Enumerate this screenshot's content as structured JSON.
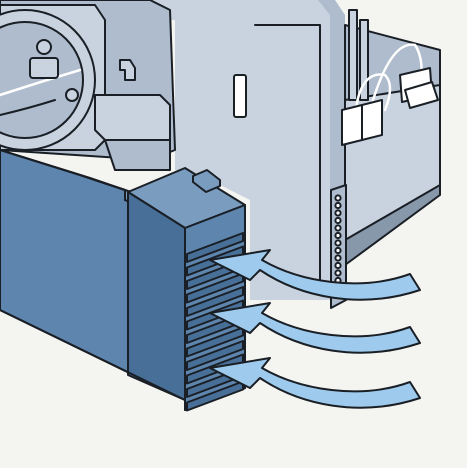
{
  "figure": {
    "subject": "burner-air-intake-illustration",
    "colors": {
      "background": "#f4f4f1",
      "housing_light": "#c9d3df",
      "housing_mid": "#aebccd",
      "housing_dark": "#8898ab",
      "cover_blue": "#5d85ad",
      "cover_blue_dark": "#486f97",
      "cover_top": "#7a9cbf",
      "arrow_fill": "#9ecbed",
      "outline": "#1a1f26",
      "detail_white": "#ffffff"
    },
    "parts": [
      {
        "id": "fan-housing",
        "icon": "housing-icon"
      },
      {
        "id": "motor-flange",
        "icon": "motor-icon"
      },
      {
        "id": "control-box",
        "icon": "control-box-icon"
      },
      {
        "id": "terminal-strip",
        "icon": "terminal-icon"
      },
      {
        "id": "cable-connectors",
        "icon": "connector-icon"
      },
      {
        "id": "air-intake-cover",
        "icon": "intake-cover-icon"
      },
      {
        "id": "intake-louvres",
        "icon": "louvre-icon"
      }
    ],
    "arrows": {
      "count": 3,
      "direction": "into-intake",
      "icon": "airflow-arrow-icon"
    }
  }
}
